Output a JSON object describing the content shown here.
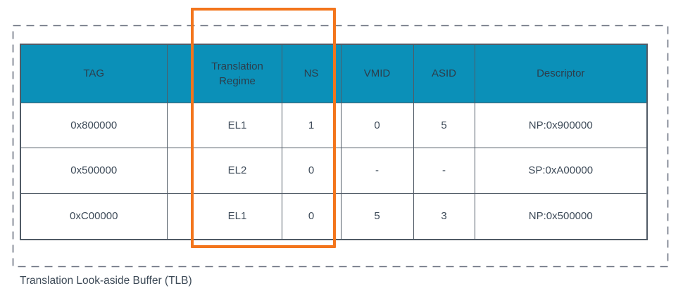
{
  "colors": {
    "header-bg": "#0b90b8",
    "highlight": "#f3751c",
    "grid": "#515b66",
    "frame": "#6b7280",
    "header-text": "#2d3d4b",
    "body-text": "#3e4b59",
    "caption-text": "#3d4a57"
  },
  "table": {
    "headers": [
      "TAG",
      "",
      "Translation Regime",
      "NS",
      "VMID",
      "ASID",
      "Descriptor"
    ],
    "rows": [
      [
        "0x800000",
        "",
        "EL1",
        "1",
        "0",
        "5",
        "NP:0x900000"
      ],
      [
        "0x500000",
        "",
        "EL2",
        "0",
        "-",
        "-",
        "SP:0xA00000"
      ],
      [
        "0xC00000",
        "",
        "EL1",
        "0",
        "5",
        "3",
        "NP:0x500000"
      ]
    ]
  },
  "annotation": {
    "highlighted_columns": [
      "Translation Regime",
      "NS"
    ]
  },
  "caption": "Translation Look-aside Buffer (TLB)"
}
